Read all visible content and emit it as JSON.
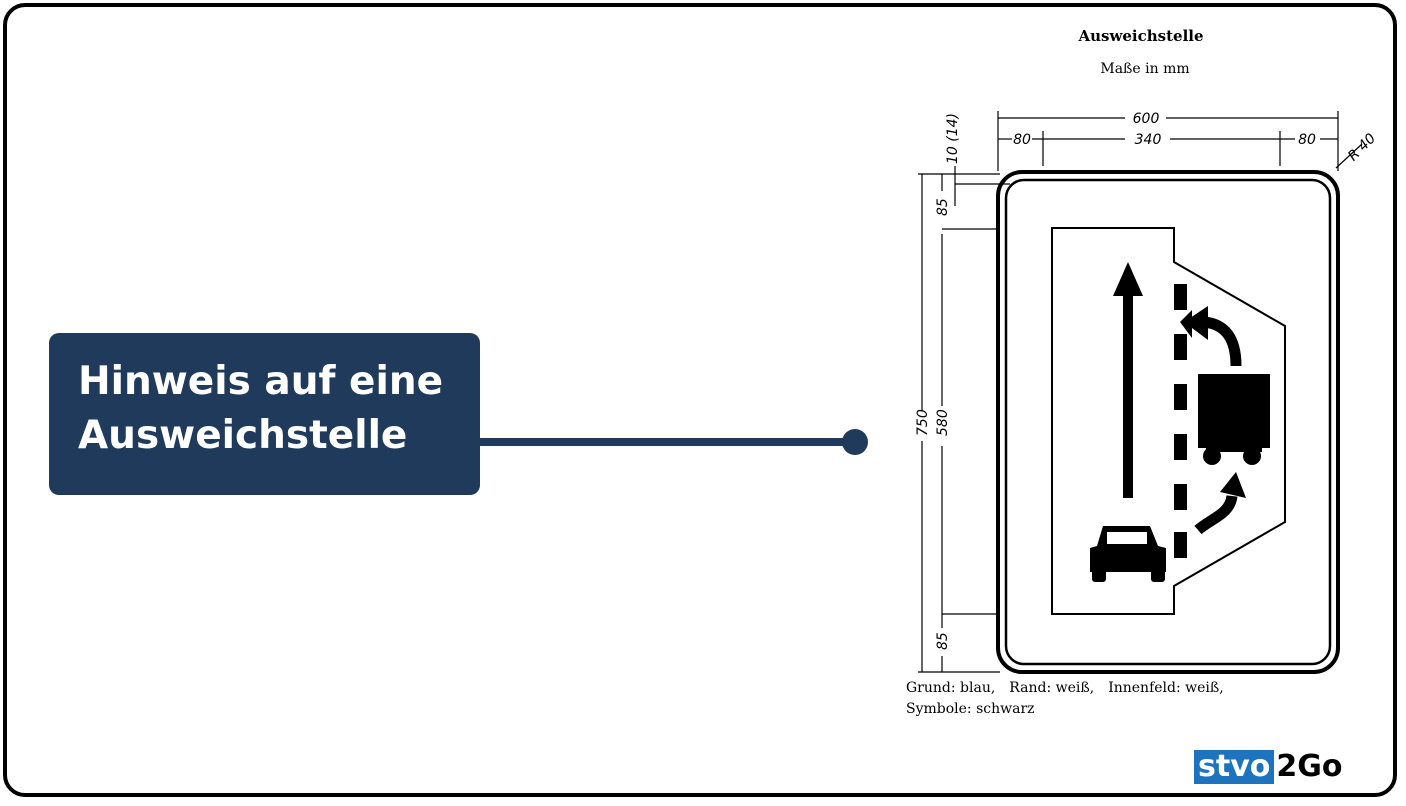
{
  "callout": {
    "line1": "Hinweis auf eine",
    "line2": "Ausweichstelle"
  },
  "drawing": {
    "title": "Ausweichstelle",
    "subtitle": "Maße in mm",
    "dimensions": {
      "total_width": "600",
      "side_left": "80",
      "inner_width": "340",
      "side_right": "80",
      "radius": "R 40",
      "border": "10 (14)",
      "total_height": "750",
      "inner_height": "580",
      "top_margin": "85",
      "bottom_margin": "85"
    },
    "caption_line1_a": "Grund: blau,",
    "caption_line1_b": "Rand: weiß,",
    "caption_line1_c": "Innenfeld: weiß,",
    "caption_line2": "Symbole: schwarz"
  },
  "logo": {
    "part1": "stvo",
    "part2": "2Go"
  },
  "colors": {
    "callout_bg": "#1f3a5b",
    "logo_blue": "#1e73be"
  }
}
